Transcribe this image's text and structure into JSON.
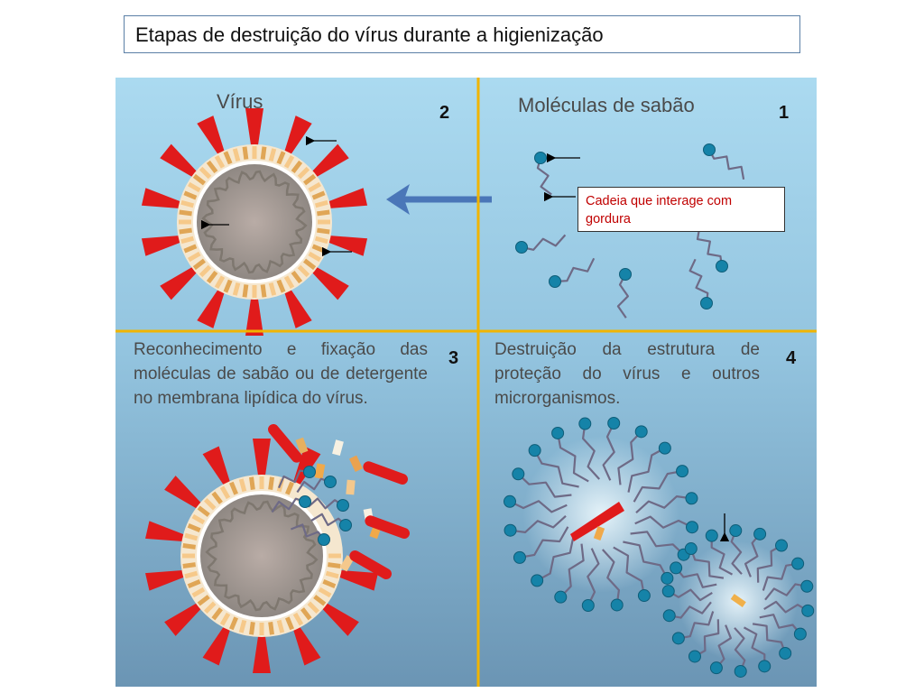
{
  "title": "Etapas de destruição do vírus durante a higienização",
  "q2": {
    "label": "Vírus",
    "number": "2"
  },
  "q1": {
    "label": "Moléculas de sabão",
    "number": "1",
    "note": "Cadeia  que interage com gordura"
  },
  "q3": {
    "number": "3",
    "text": "Reconhecimento e fixação das moléculas de sabão ou de detergente no membrana lipídica do vírus."
  },
  "q4": {
    "number": "4",
    "text": "Destruição da estrutura de proteção do vírus  e outros microrganismos."
  },
  "colors": {
    "spike": "#e01b1b",
    "head": "#1583a8",
    "tail": "#6e6a86",
    "bg_top": "#a9d9ef",
    "bg_bottom": "#6d97b6",
    "divider": "#f0b400",
    "arrow": "#4a76b8"
  }
}
